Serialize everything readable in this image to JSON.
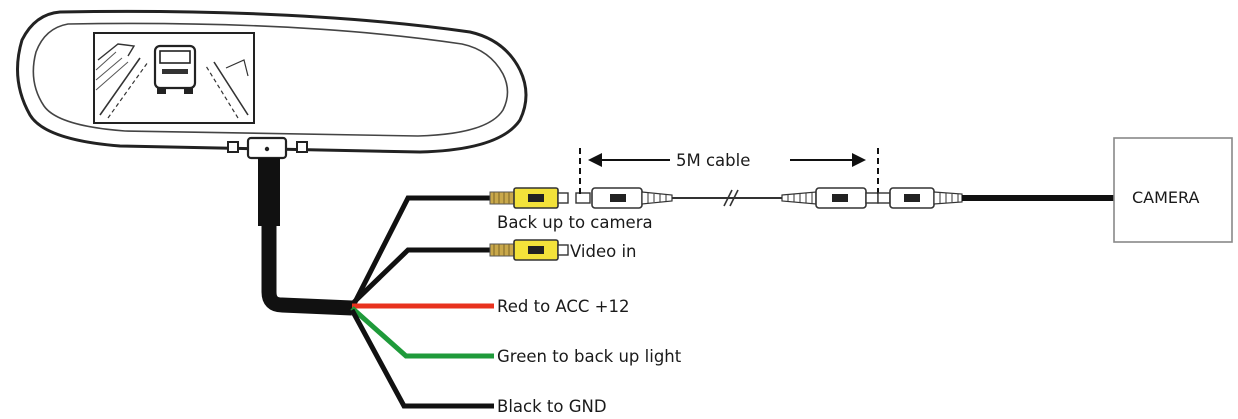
{
  "labels": {
    "cable_length": "5M cable",
    "camera": "CAMERA",
    "backup_to_camera": "Back up to camera",
    "video_in": "Video in",
    "red_wire": "Red to ACC +12",
    "green_wire": "Green to back up light",
    "black_wire": "Black to GND"
  },
  "colors": {
    "wire_black": "#111111",
    "wire_red": "#e8321e",
    "wire_green": "#1f9a3a",
    "rca_yellow": "#f3e23a",
    "rca_gold": "#c9a84a",
    "outline": "#333333"
  }
}
